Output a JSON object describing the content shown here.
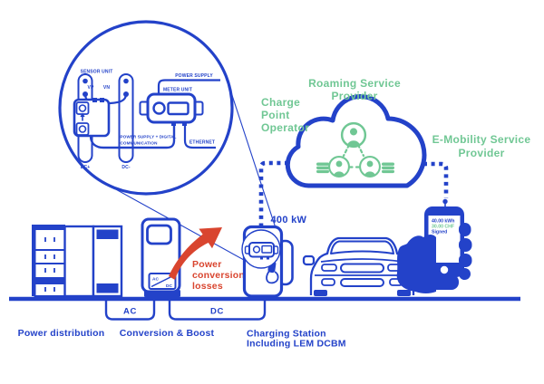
{
  "colors": {
    "blue": "#2342c9",
    "green": "#70c794",
    "red": "#d9452f",
    "background": "#ffffff"
  },
  "magnifier": {
    "sensor_unit": "SENSOR UNIT",
    "vp": "VP",
    "vn": "VN",
    "dc_plus": "DC+",
    "dc_minus": "DC-",
    "meter_unit": "METER UNIT",
    "power_supply": "POWER SUPPLY",
    "comm_line1": "POWER SUPPLY + DIGITAL",
    "comm_line2": "COMMUNICATION",
    "ethernet": "ETHERNET"
  },
  "providers": {
    "roaming": {
      "line1": "Roaming Service",
      "line2": "Provider"
    },
    "charge_point_operator": {
      "line1": "Charge",
      "line2": "Point",
      "line3": "Operator"
    },
    "e_mobility": {
      "line1": "E-Mobility Service",
      "line2": "Provider"
    }
  },
  "station": {
    "power": "400 kW"
  },
  "phone": {
    "energy": "40.00 kWh",
    "price": "30.00 CHF",
    "status": "Signed"
  },
  "converter": {
    "ac": "AC",
    "dc": "DC"
  },
  "loss_note": {
    "line1": "Power",
    "line2": "conversion",
    "line3": "losses"
  },
  "bus_labels": {
    "ac": "AC",
    "dc": "DC"
  },
  "captions": {
    "power_distribution": "Power distribution",
    "conversion_boost": "Conversion & Boost",
    "charging_station_line1": "Charging Station",
    "charging_station_line2": "Including LEM DCBM"
  }
}
